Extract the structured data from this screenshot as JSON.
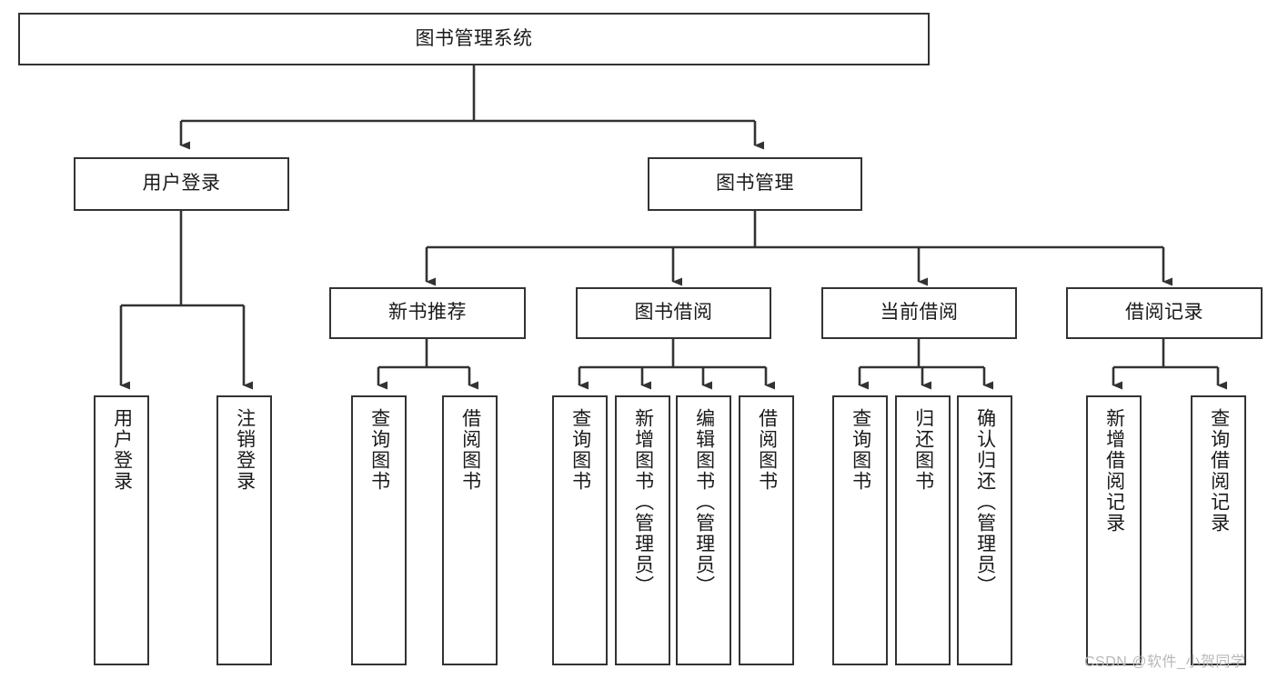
{
  "diagram": {
    "title": "图书管理系统",
    "type": "tree-hierarchy-chart",
    "watermark": "CSDN @软件_小贺同学",
    "colors": {
      "box_border": "#333333",
      "box_fill": "#ffffff",
      "edge": "#333333",
      "text": "#1a1a1a",
      "watermark": "#b8b8b8"
    },
    "nodes": {
      "root": {
        "label": "图书管理系统"
      },
      "level2": [
        {
          "id": "user-login",
          "label": "用户登录"
        },
        {
          "id": "book-management",
          "label": "图书管理"
        }
      ],
      "level3": [
        {
          "id": "new-book-recommend",
          "label": "新书推荐"
        },
        {
          "id": "book-borrow",
          "label": "图书借阅"
        },
        {
          "id": "current-borrow",
          "label": "当前借阅"
        },
        {
          "id": "borrow-record",
          "label": "借阅记录"
        }
      ],
      "leaves": {
        "user-login": [
          {
            "id": "leaf-user-login",
            "label": "用户登录"
          },
          {
            "id": "leaf-logout",
            "label": "注销登录"
          }
        ],
        "new-book-recommend": [
          {
            "id": "leaf-query-book-1",
            "label": "查询图书"
          },
          {
            "id": "leaf-borrow-book-1",
            "label": "借阅图书"
          }
        ],
        "book-borrow": [
          {
            "id": "leaf-query-book-2",
            "label": "查询图书"
          },
          {
            "id": "leaf-add-book",
            "label": "新增图书（管理员）"
          },
          {
            "id": "leaf-edit-book",
            "label": "编辑图书（管理员）"
          },
          {
            "id": "leaf-borrow-book-2",
            "label": "借阅图书"
          }
        ],
        "current-borrow": [
          {
            "id": "leaf-query-book-3",
            "label": "查询图书"
          },
          {
            "id": "leaf-return-book",
            "label": "归还图书"
          },
          {
            "id": "leaf-confirm-return",
            "label": "确认归还（管理员）"
          }
        ],
        "borrow-record": [
          {
            "id": "leaf-add-record",
            "label": "新增借阅记录"
          },
          {
            "id": "leaf-query-record",
            "label": "查询借阅记录"
          }
        ]
      }
    }
  }
}
